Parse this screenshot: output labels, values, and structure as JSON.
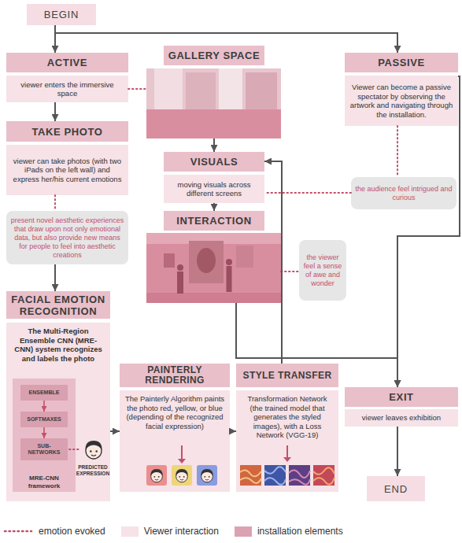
{
  "diagram": {
    "nodes": [
      {
        "text": [
          "BEGIN"
        ]
      },
      {
        "text": [
          "ACTIVE",
          "viewer enters the immersive space"
        ]
      },
      {
        "text": [
          "GALLERY SPACE"
        ]
      },
      {
        "text": [
          "PASSIVE",
          "Viewer can become a passive spectator by observing the artwork and navigating through the installation."
        ]
      },
      {
        "text": [
          "TAKE PHOTO",
          "viewer can take photos (with two iPads on the left wall) and express her/his current emotions"
        ]
      },
      {
        "text": [
          "VISUALS",
          "moving visuals across different screens"
        ]
      },
      {
        "text": [
          "the audience feel intrigued and curious"
        ]
      },
      {
        "text": [
          "present novel aesthetic experiences that draw upon not only emotional data, but also provide new means for people to feel into aesthetic creations"
        ]
      },
      {
        "text": [
          "INTERACTION"
        ]
      },
      {
        "text": [
          "the viewer feel a sense of awe and wonder"
        ]
      },
      {
        "text": [
          "FACIAL EMOTION RECOGNITION",
          "The Multi-Region Ensemble CNN (MRE-CNN) system recognizes and labels the photo"
        ]
      },
      {
        "text": [
          "MRE-CNN framework"
        ],
        "in": 10
      },
      {
        "text": [
          "ENSEMBLE"
        ],
        "in": 11
      },
      {
        "text": [
          "SOFTMAXES"
        ],
        "in": 11
      },
      {
        "text": [
          "SUB-NETWORKS"
        ],
        "in": 11
      },
      {
        "text": [
          "PAINTERLY RENDERING",
          "The Painterly Algorithm paints the photo red, yellow, or blue (depending of the recognized facial expression)"
        ]
      },
      {
        "text": [
          "STYLE TRANSFER",
          "Transformation Network (the trained model that generates the styled images), with a Loss Network (VGG-19)"
        ]
      },
      {
        "text": [
          "EXIT",
          "viewer leaves exhibition"
        ]
      },
      {
        "text": [
          "END"
        ]
      }
    ],
    "edges": [
      {
        "from": 0,
        "to": 1,
        "arrow": "to"
      },
      {
        "from": 0,
        "to": 3,
        "arrow": "to"
      },
      {
        "from": 1,
        "to": 2,
        "arrow": "none"
      },
      {
        "from": 1,
        "to": 4,
        "arrow": "to"
      },
      {
        "from": 2,
        "to": 5,
        "arrow": "to"
      },
      {
        "from": 3,
        "to": 6,
        "arrow": "none"
      },
      {
        "from": 6,
        "to": 5,
        "arrow": "none"
      },
      {
        "from": 4,
        "to": 7,
        "arrow": "none"
      },
      {
        "from": 5,
        "to": 8,
        "arrow": "to"
      },
      {
        "from": 7,
        "to": 10,
        "arrow": "to"
      },
      {
        "from": 8,
        "to": 9,
        "arrow": "none"
      },
      {
        "from": 10,
        "to": 15,
        "arrow": "to"
      },
      {
        "from": 15,
        "to": 16,
        "arrow": "to"
      },
      {
        "from": 16,
        "to": 5,
        "arrow": "to"
      },
      {
        "from": 3,
        "to": 17,
        "arrow": "to"
      },
      {
        "from": 8,
        "to": 17,
        "arrow": "to"
      },
      {
        "from": 17,
        "to": 18,
        "arrow": "to"
      },
      {
        "from": 12,
        "to": 13,
        "arrow": "to"
      },
      {
        "from": 13,
        "to": 14,
        "arrow": "to"
      }
    ],
    "labels": [
      "PREDICTED EXPRESSION"
    ],
    "legend": [
      {
        "text": "emotion evoked"
      },
      {
        "text": "Viewer interaction",
        "color": "#f6e2e7"
      },
      {
        "text": "installation elements",
        "color": "#dba2b2"
      }
    ]
  }
}
